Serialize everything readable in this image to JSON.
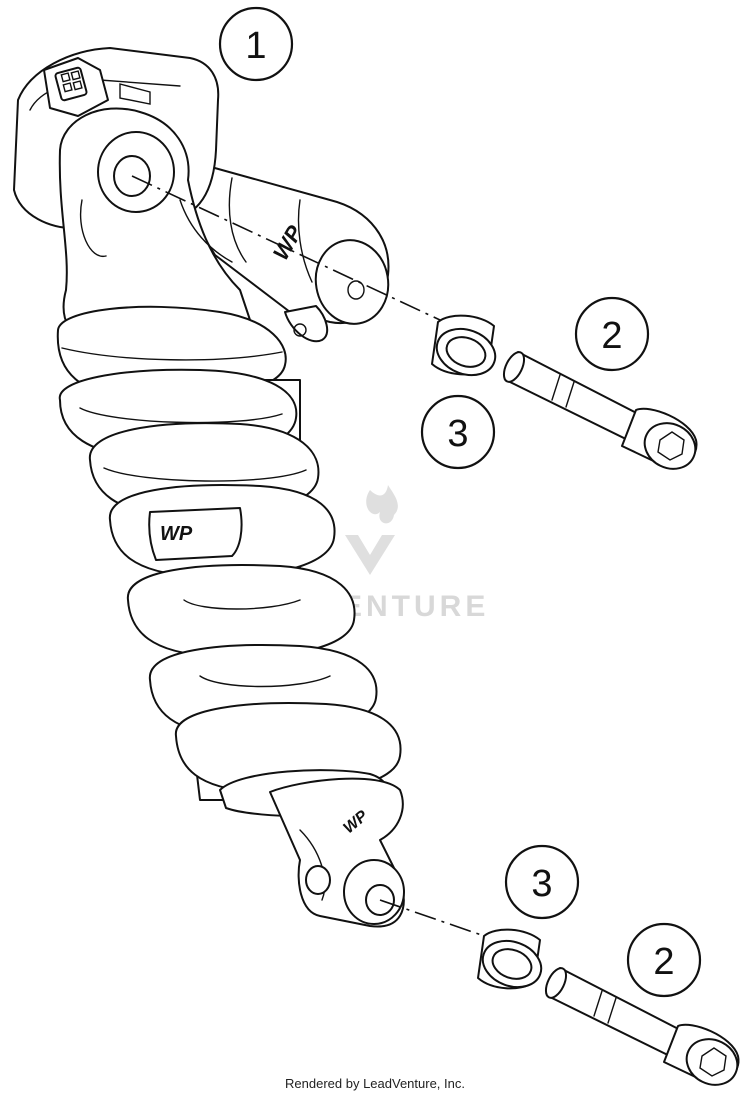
{
  "callouts": [
    {
      "id": "shock",
      "label": "1"
    },
    {
      "id": "bolt-top",
      "label": "2"
    },
    {
      "id": "bushing-top",
      "label": "3"
    },
    {
      "id": "bushing-bottom",
      "label": "3"
    },
    {
      "id": "bolt-bottom",
      "label": "2"
    }
  ],
  "brand_text": "WP",
  "watermark_text": "VENTURE",
  "credit": "Rendered by LeadVenture, Inc."
}
